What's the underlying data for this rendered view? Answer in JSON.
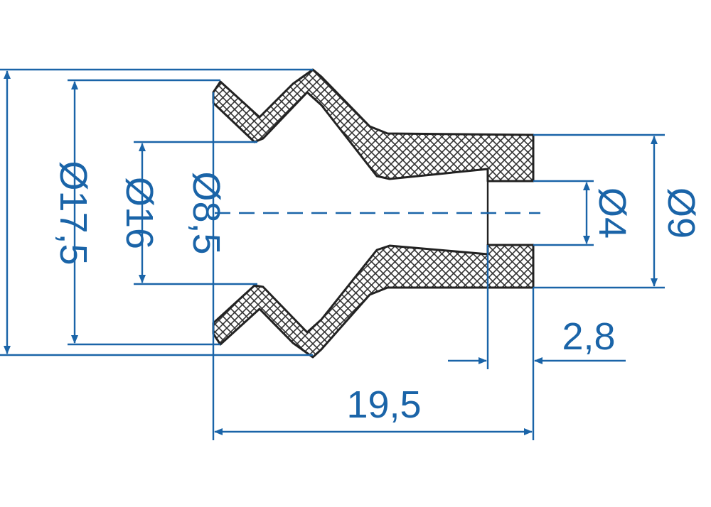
{
  "colors": {
    "dimension": "#1a64a8",
    "part_outline": "#222222",
    "hatch": "#333333",
    "background": "#ffffff"
  },
  "dimensions": {
    "d_outer": "Ø17,5",
    "d_lip": "Ø16",
    "d_inner": "Ø8,5",
    "d_bore": "Ø4",
    "d_neck": "Ø9",
    "wall": "2,8",
    "length": "19,5"
  }
}
